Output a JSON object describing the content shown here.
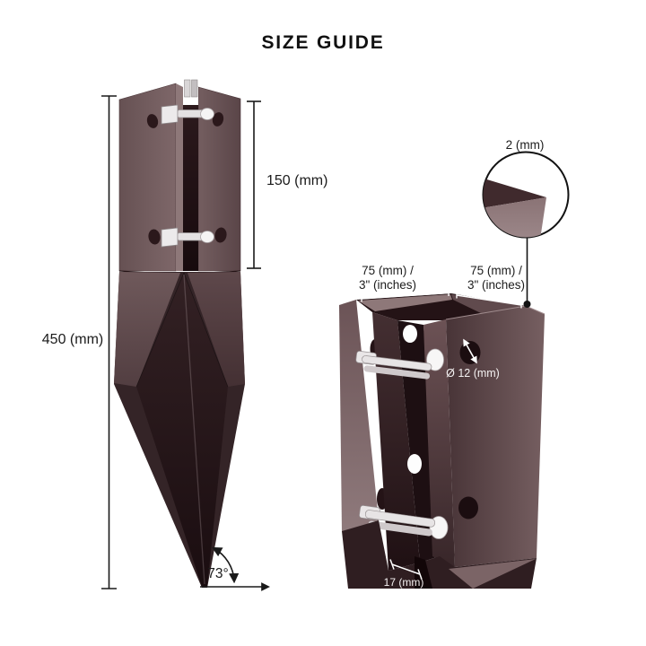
{
  "title": "SIZE GUIDE",
  "colors": {
    "background": "#ffffff",
    "text": "#1b1b1b",
    "metal_dark": "#2a191c",
    "metal_mid": "#5f4a4d",
    "metal_light": "#8e7879",
    "dimension_line": "#1a1a1a",
    "dimension_line_light": "#ffffff"
  },
  "left_view": {
    "name": "spike-side-view",
    "overall_height_label": "450 (mm)",
    "bracket_height_label": "150 (mm)",
    "tip_angle_label": "73°"
  },
  "right_view": {
    "name": "bracket-detail-view",
    "width_left_line1": "75 (mm) /",
    "width_left_line2": "3\" (inches)",
    "width_right_line1": "75 (mm) /",
    "width_right_line2": "3\" (inches)",
    "hole_diameter_label": "Ø 12 (mm)",
    "slot_width_label": "17 (mm)",
    "wall_thickness_label": "2 (mm)"
  }
}
